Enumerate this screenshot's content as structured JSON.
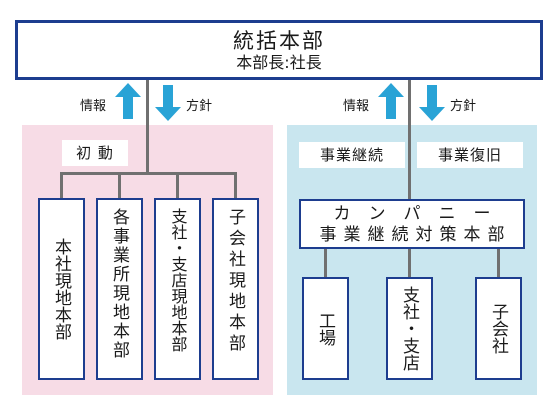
{
  "colors": {
    "pink_panel": "#f7dce6",
    "blue_panel": "#c9e6ef",
    "box_border": "#1d3d8f",
    "arrow": "#29a3d6",
    "connector": "#707070"
  },
  "hq": {
    "title": "統括本部",
    "subtitle": "本部長:社長"
  },
  "flows": {
    "left": {
      "up_label": "情報",
      "down_label": "方針"
    },
    "right": {
      "up_label": "情報",
      "down_label": "方針"
    }
  },
  "left_panel": {
    "tag": "初 動",
    "boxes": [
      "本社現地本部",
      "各事業所現地本部",
      "支社・支店現地本部",
      "子会社現地本部"
    ]
  },
  "right_panel": {
    "tags": [
      "事業継続",
      "事業復旧"
    ],
    "company_hq": {
      "line1": "カンパニー",
      "line2": "事業継続対策本部"
    },
    "boxes": [
      "工場",
      "支社・支店",
      "子会社"
    ]
  }
}
